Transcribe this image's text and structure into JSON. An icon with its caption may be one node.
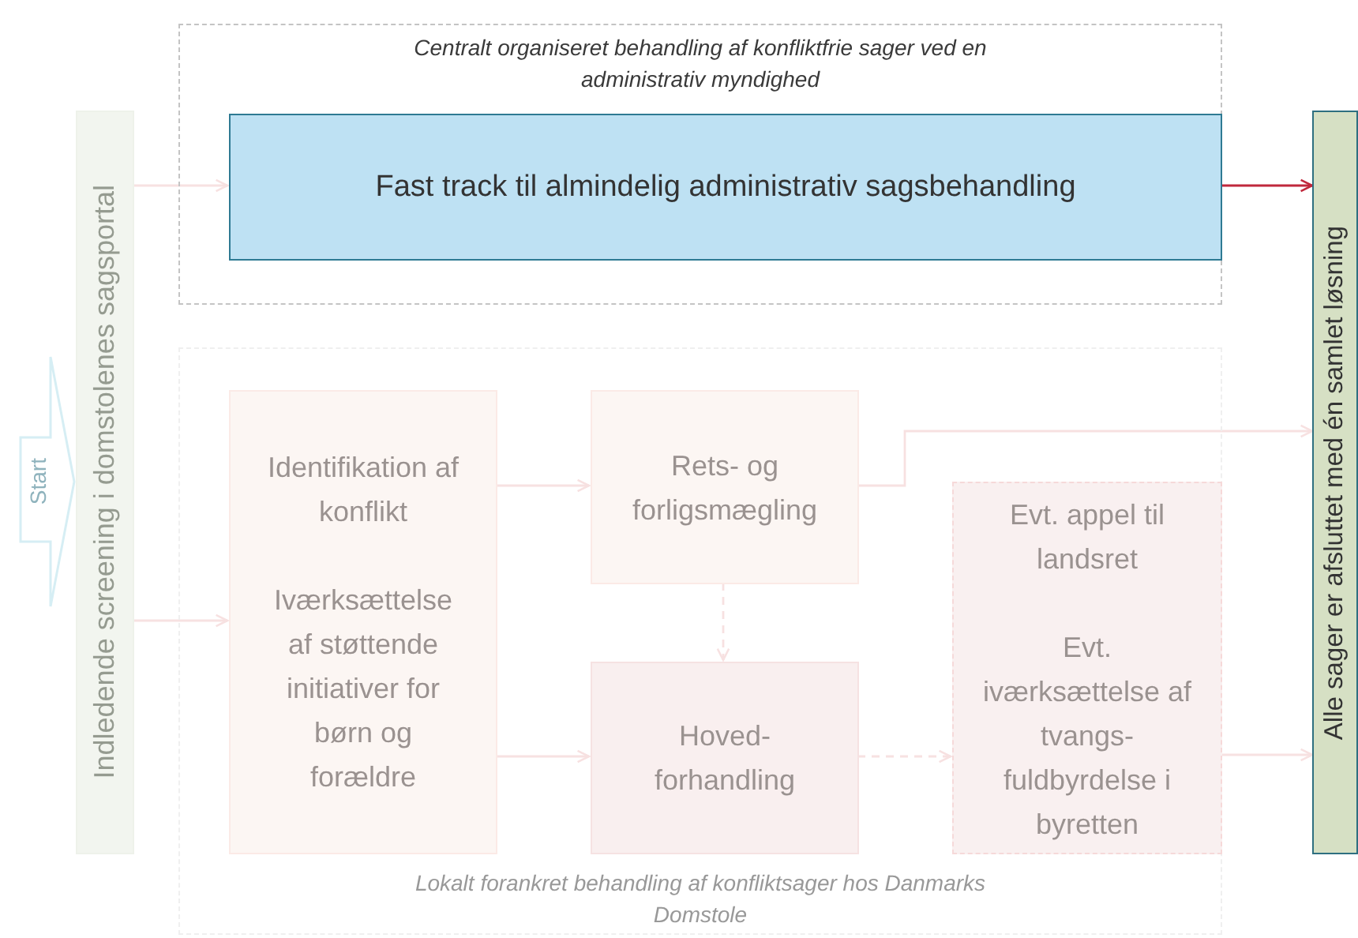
{
  "diagram": {
    "nodes": [
      {
        "text": [
          "Centralt organiseret behandling af konfliktfrie sager ved en administrativ myndighed"
        ]
      },
      {
        "text": [
          "Fast track til almindelig administrativ sagsbehandling"
        ],
        "in": 0
      },
      {
        "text": [
          "Lokalt forankret behandling af konfliktsager hos Danmarks Domstole"
        ]
      },
      {
        "text": [
          "Identifikation af konflikt",
          "Iværksættelse af støttende initiativer for børn og forældre"
        ],
        "in": 2
      },
      {
        "text": [
          "Rets- og forligsmægling"
        ],
        "in": 2
      },
      {
        "text": [
          "Hoved- forhandling"
        ],
        "in": 2
      },
      {
        "text": [
          "Evt. appel til landsret",
          "Evt. iværksættelse af tvangs- fuldbyrdelse i byretten"
        ],
        "in": 2
      },
      {
        "text": [
          "Start"
        ]
      },
      {
        "text": [
          "Indledende screening i domstolenes sagsportal"
        ]
      },
      {
        "text": [
          "Alle sager er afsluttet med én samlet løsning"
        ]
      }
    ],
    "edges": [
      {
        "from": 8,
        "to": 1,
        "arrow": "to"
      },
      {
        "from": 8,
        "to": 3,
        "arrow": "to"
      },
      {
        "from": 1,
        "to": 9,
        "arrow": "to",
        "color": "#c0283c"
      },
      {
        "from": 3,
        "to": 4,
        "arrow": "to"
      },
      {
        "from": 3,
        "to": 5,
        "arrow": "to"
      },
      {
        "from": 4,
        "to": 5,
        "arrow": "to",
        "style": "dashed"
      },
      {
        "from": 5,
        "to": 6,
        "arrow": "to",
        "style": "dashed"
      },
      {
        "from": 4,
        "to": 9,
        "arrow": "to"
      },
      {
        "from": 6,
        "to": 9,
        "arrow": "to"
      }
    ]
  }
}
